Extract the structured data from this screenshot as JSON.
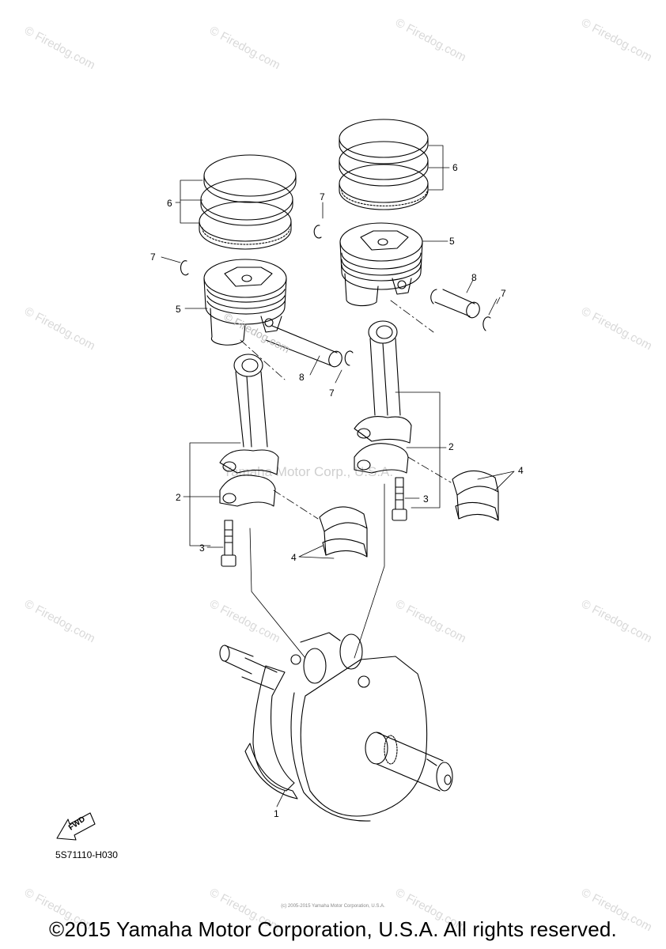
{
  "callouts": {
    "c1": "1",
    "c2a": "2",
    "c2b": "2",
    "c3a": "3",
    "c3b": "3",
    "c4a": "4",
    "c4b": "4",
    "c5a": "5",
    "c5b": "5",
    "c6a": "6",
    "c6b": "6",
    "c7a": "7",
    "c7b": "7",
    "c7c": "7",
    "c7d": "7",
    "c8a": "8",
    "c8b": "8"
  },
  "fwd_label": "FWD",
  "diagram_code": "5S71110-H030",
  "copyright": "©2015 Yamaha Motor Corporation, U.S.A. All rights reserved.",
  "tiny_copyright": "(c) 2005-2015 Yamaha Motor Corporation, U.S.A.",
  "center_watermark": "Yamaha Motor Corp., U.S.A.",
  "watermark": "© Firedog.com",
  "watermark_piston": "© Firedog.com"
}
